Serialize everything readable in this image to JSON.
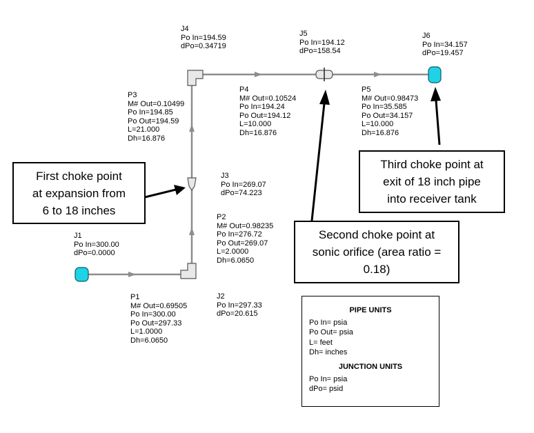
{
  "junctions": {
    "J1": {
      "name": "J1",
      "po_in": "Po In=300.00",
      "dpo": "dPo=0.0000"
    },
    "J2": {
      "name": "J2",
      "po_in": "Po In=297.33",
      "dpo": "dPo=20.615"
    },
    "J3": {
      "name": "J3",
      "po_in": "Po In=269.07",
      "dpo": "dPo=74.223"
    },
    "J4": {
      "name": "J4",
      "po_in": "Po In=194.59",
      "dpo": "dPo=0.34719"
    },
    "J5": {
      "name": "J5",
      "po_in": "Po In=194.12",
      "dpo": "dPo=158.54"
    },
    "J6": {
      "name": "J6",
      "po_in": "Po In=34.157",
      "dpo": "dPo=19.457"
    }
  },
  "pipes": {
    "P1": {
      "name": "P1",
      "mach_out": "M# Out=0.69505",
      "po_in": "Po In=300.00",
      "po_out": "Po Out=297.33",
      "length": "L=1.0000",
      "dh": "Dh=6.0650"
    },
    "P2": {
      "name": "P2",
      "mach_out": "M# Out=0.98235",
      "po_in": "Po In=276.72",
      "po_out": "Po Out=269.07",
      "length": "L=2.0000",
      "dh": "Dh=6.0650"
    },
    "P3": {
      "name": "P3",
      "mach_out": "M# Out=0.10499",
      "po_in": "Po In=194.85",
      "po_out": "Po Out=194.59",
      "length": "L=21.000",
      "dh": "Dh=16.876"
    },
    "P4": {
      "name": "P4",
      "mach_out": "M# Out=0.10524",
      "po_in": "Po In=194.24",
      "po_out": "Po Out=194.12",
      "length": "L=10.000",
      "dh": "Dh=16.876"
    },
    "P5": {
      "name": "P5",
      "mach_out": "M# Out=0.98473",
      "po_in": "Po In=35.585",
      "po_out": "Po Out=34.157",
      "length": "L=10.000",
      "dh": "Dh=16.876"
    }
  },
  "callouts": {
    "first": [
      "First choke point",
      "at expansion from",
      "6 to 18 inches"
    ],
    "second": [
      "Second choke point at",
      "sonic orifice (area ratio =",
      "0.18)"
    ],
    "third": [
      "Third choke point at",
      "exit of 18 inch pipe",
      "into receiver  tank"
    ]
  },
  "units": {
    "pipe_header": "PIPE UNITS",
    "pipe_lines": [
      "Po In= psia",
      "Po Out= psia",
      "L= feet",
      "Dh= inches"
    ],
    "junction_header": "JUNCTION UNITS",
    "junction_lines": [
      "Po In= psia",
      "dPo= psid"
    ]
  },
  "colors": {
    "pipe": "#8c8c8c",
    "tank_fill": "#1fd2e6",
    "tank_stroke": "#0a5a66",
    "fitting_fill": "#e8e8e8",
    "arrow": "#000000"
  }
}
